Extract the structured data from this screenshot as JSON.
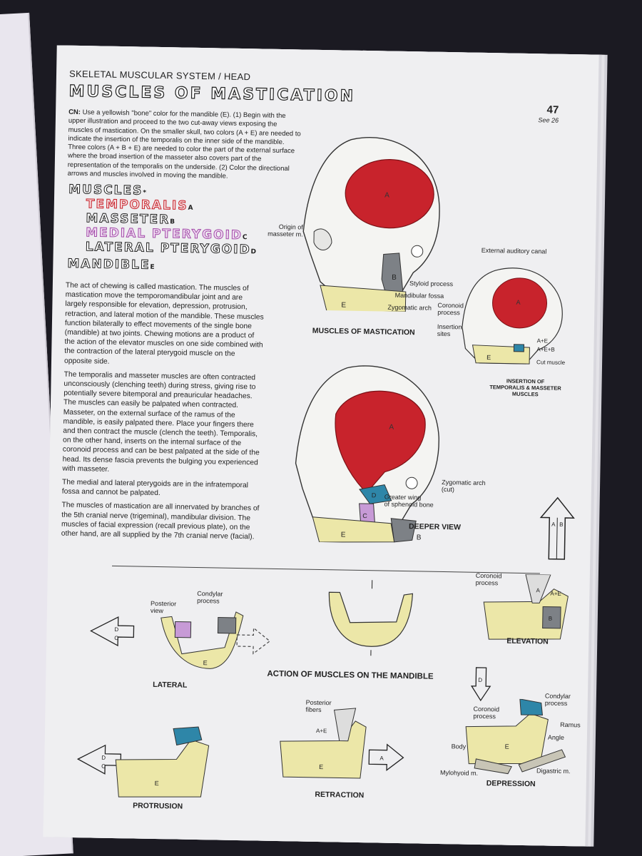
{
  "header": "SKELETAL MUSCULAR SYSTEM / HEAD",
  "title": "MUSCLES OF MASTICATION",
  "page_number": "47",
  "see_ref": "See 26",
  "cn_label": "CN:",
  "cn_text": " Use a yellowish \"bone\" color for the mandible (E). (1) Begin with the upper illustration and proceed to the two cut-away views exposing the muscles of mastication. On the smaller skull, two colors (A + E) are needed to indicate the insertion of the temporalis on the inner side of the mandible. Three colors (A + B + E) are needed to color the part of the external surface where the broad insertion of the masseter also covers part of the representation of the temporalis on the underside. (2) Color the directional arrows and muscles involved in moving the mandible.",
  "muscles_heading": "MUSCLES",
  "muscles_heading_sub": "*",
  "muscles": [
    {
      "name": "TEMPORALIS",
      "sub": "A"
    },
    {
      "name": "MASSETER",
      "sub": "B"
    },
    {
      "name": "MEDIAL PTERYGOID",
      "sub": "C"
    },
    {
      "name": "LATERAL PTERYGOID",
      "sub": "D"
    }
  ],
  "mandible": {
    "name": "MANDIBLE",
    "sub": "E"
  },
  "paragraphs": [
    "The act of chewing is called mastication. The muscles of mastication move the temporomandibular joint and are largely responsible for elevation, depression, protrusion, retraction, and lateral motion of the mandible. These muscles function bilaterally to effect movements of the single bone (mandible) at two joints. Chewing motions are a product of the action of the elevator muscles on one side combined with the contraction of the lateral pterygoid muscle on the opposite side.",
    "The temporalis and masseter muscles are often contracted unconsciously (clenching teeth) during stress, giving rise to potentially severe bitemporal and preauricular headaches. The muscles can easily be palpated when contracted. Masseter, on the external surface of the ramus of the mandible, is easily palpated there. Place your fingers there and then contract the muscle (clench the teeth). Temporalis, on the other hand, inserts on the internal surface of the coronoid process and can be best palpated at the side of the head. Its dense fascia prevents the bulging you experienced with masseter.",
    "The medial and lateral pterygoids are in the infratemporal fossa and cannot be palpated.",
    "The muscles of mastication are all innervated by branches of the 5th cranial nerve (trigeminal), mandibular division. The muscles of facial expression (recall previous plate), on the other hand, are all supplied by the 7th cranial nerve (facial)."
  ],
  "labels": {
    "origin_masseter": [
      "Origin of",
      "masseter m."
    ],
    "external_auditory_canal": "External auditory canal",
    "styloid_process": "Styloid process",
    "mandibular_fossa": "Mandibular fossa",
    "zygomatic_arch": "Zygomatic arch",
    "coronoid_process": [
      "Coronoid",
      "process"
    ],
    "insertion_sites": [
      "Insertion",
      "sites"
    ],
    "a_plus_e": "A+E",
    "a_e_b": "A+E+B",
    "cut_muscle": "Cut muscle",
    "zygomatic_arch_cut": [
      "Zygomatic arch",
      "(cut)"
    ],
    "greater_wing": [
      "Greater wing",
      "of sphenoid bone"
    ],
    "posterior_view": [
      "Posterior",
      "view"
    ],
    "condylar_process": [
      "Condylar",
      "process"
    ],
    "coronoid_process_2": [
      "Coronoid",
      "process"
    ],
    "posterior_fibers": [
      "Posterior",
      "fibers"
    ],
    "ramus": "Ramus",
    "angle": "Angle",
    "body": "Body",
    "mylohyoid": "Mylohyoid m.",
    "digastric": "Digastric m.",
    "letter_a": "A",
    "letter_b": "B",
    "letter_c": "C",
    "letter_d": "D",
    "letter_e": "E"
  },
  "captions": {
    "muscles_of_mastication": "MUSCLES OF MASTICATION",
    "insertion": [
      "INSERTION OF",
      "TEMPORALIS & MASSETER",
      "MUSCLES"
    ],
    "deeper_view": "DEEPER VIEW",
    "action": "ACTION OF MUSCLES ON THE MANDIBLE",
    "lateral": "LATERAL",
    "elevation": "ELEVATION",
    "depression": "DEPRESSION",
    "protrusion": "PROTRUSION",
    "retraction": "RETRACTION"
  },
  "colors": {
    "temporalis": "#c8232c",
    "masseter": "#7d8186",
    "medial_pterygoid": "#c79ad6",
    "lateral_pterygoid": "#2e86a8",
    "mandible": "#ece7a8",
    "paper": "#efeff1"
  }
}
